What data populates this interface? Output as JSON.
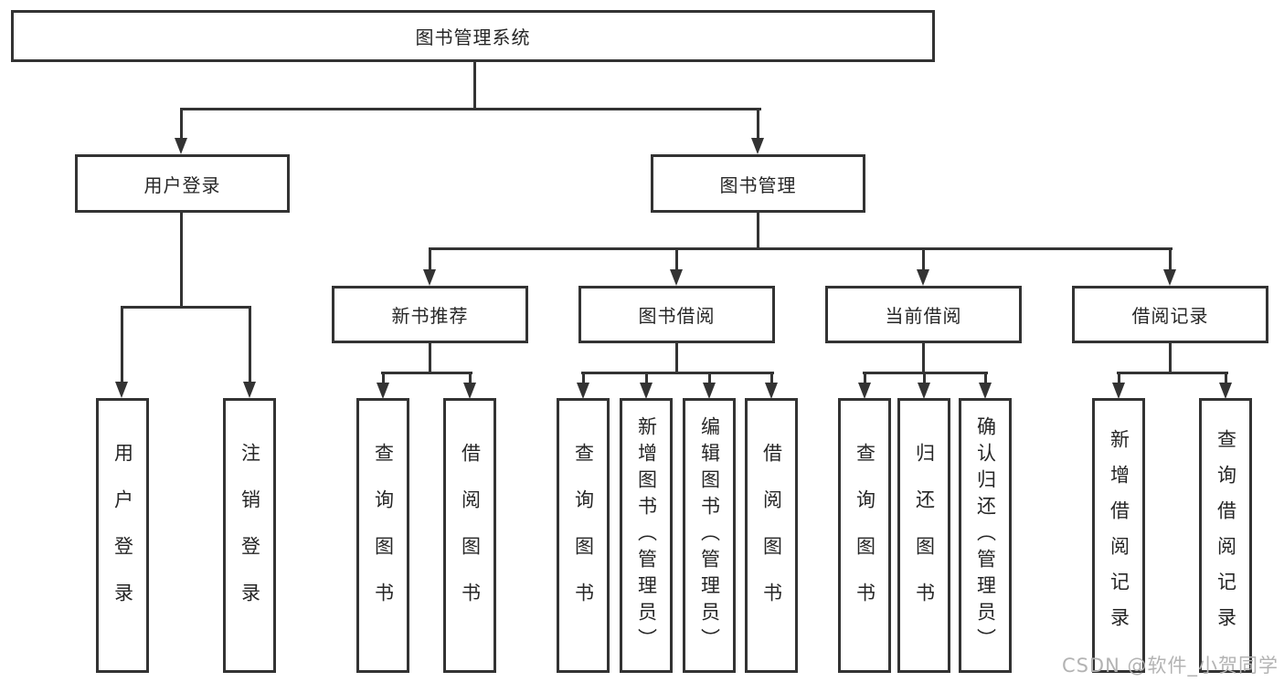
{
  "diagram": {
    "root": {
      "label": "图书管理系统"
    },
    "login": {
      "label": "用户登录",
      "children": [
        {
          "label": "用户登录"
        },
        {
          "label": "注销登录"
        }
      ]
    },
    "management": {
      "label": "图书管理"
    },
    "modules": [
      {
        "label": "新书推荐",
        "children": [
          {
            "label": "查询图书"
          },
          {
            "label": "借阅图书"
          }
        ]
      },
      {
        "label": "图书借阅",
        "children": [
          {
            "label": "查询图书"
          },
          {
            "label": "新增图书（管理员）"
          },
          {
            "label": "编辑图书（管理员）"
          },
          {
            "label": "借阅图书"
          }
        ]
      },
      {
        "label": "当前借阅",
        "children": [
          {
            "label": "查询图书"
          },
          {
            "label": "归还图书"
          },
          {
            "label": "确认归还（管理员）"
          }
        ]
      },
      {
        "label": "借阅记录",
        "children": [
          {
            "label": "新增借阅记录"
          },
          {
            "label": "查询借阅记录"
          }
        ]
      }
    ]
  },
  "watermark": "CSDN @软件_小贺同学",
  "colors": {
    "line": "#333333",
    "text": "#262626",
    "watermark": "#b3b3b3",
    "background": "#ffffff"
  }
}
